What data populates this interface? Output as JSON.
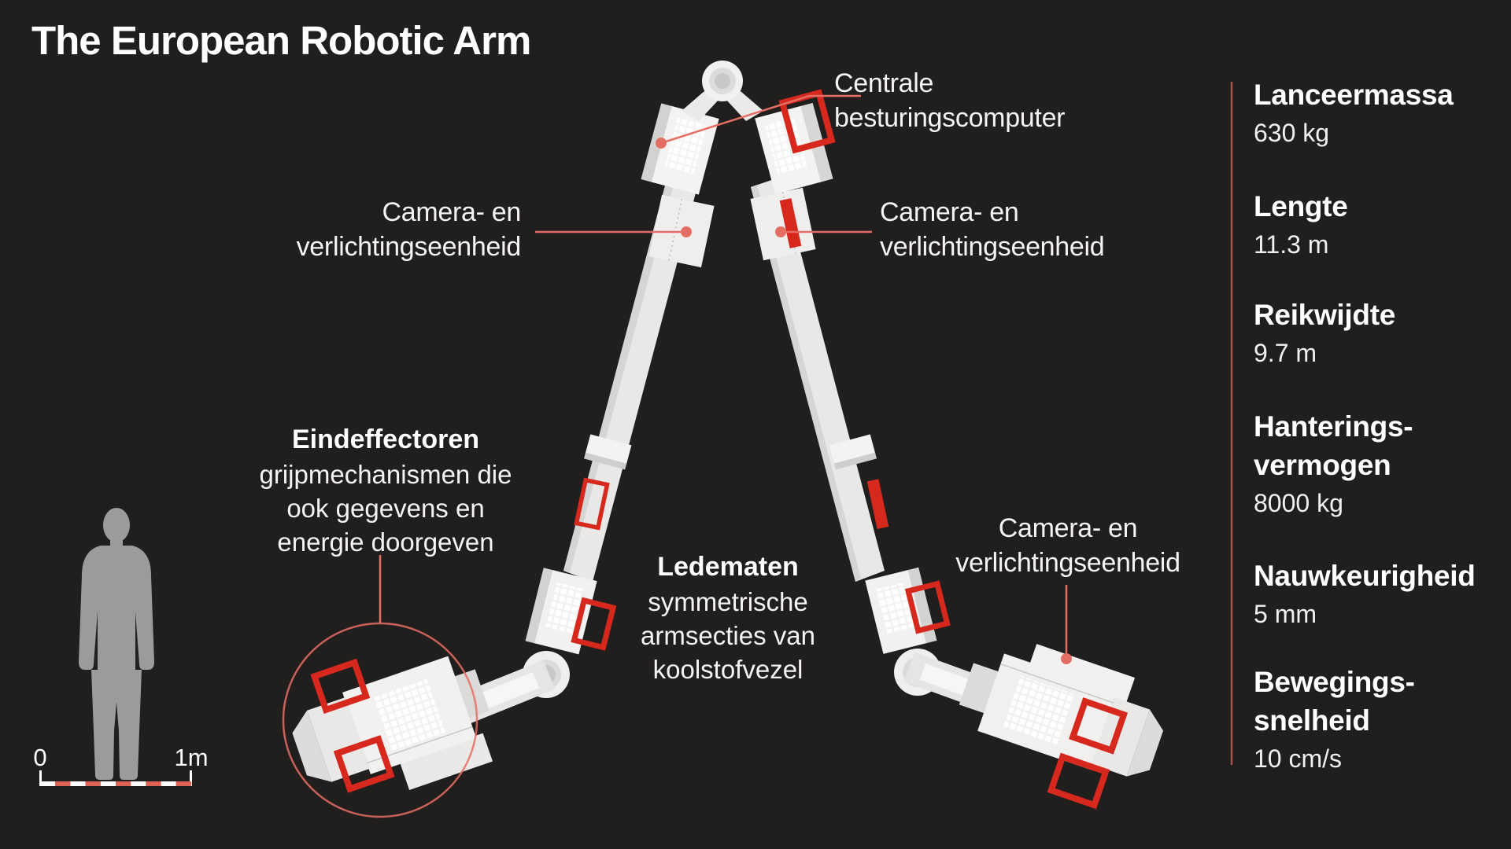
{
  "title": "The European Robotic Arm",
  "labels": {
    "central_computer": "Centrale\nbesturingscomputer",
    "camera_left": "Camera- en\nverlichtingseenheid",
    "camera_right": "Camera- en\nverlichtingseenheid",
    "camera_bottom": "Camera- en\nverlichtingseenheid",
    "end_effectors": {
      "title": "Eindeffectoren",
      "desc": "grijpmechanismen die\nook gegevens en\nenergie doorgeven"
    },
    "limbs": {
      "title": "Ledematen",
      "desc": "symmetrische\narmsecties van\nkoolstofvezel"
    }
  },
  "stats": [
    {
      "label": "Lanceermassa",
      "value": "630 kg"
    },
    {
      "label": "Lengte",
      "value": "11.3 m"
    },
    {
      "label": "Reikwijdte",
      "value": "9.7 m"
    },
    {
      "label": "Hanterings-\nvermogen",
      "value": "8000 kg"
    },
    {
      "label": "Nauwkeurigheid",
      "value": "5 mm"
    },
    {
      "label": "Bewegings-\nsnelheid",
      "value": "10 cm/s"
    }
  ],
  "scale": {
    "start": "0",
    "end": "1m"
  },
  "icons": {
    "human_silhouette": "human-figure-for-scale",
    "robot_arm": "european-robotic-arm-illustration"
  },
  "colors": {
    "background": "#211e1e",
    "accent_red": "#d7281e",
    "leader_salmon": "#e56e64",
    "separator_red": "#a8544e",
    "silhouette_gray": "#9c9b9b",
    "arm_white": "#f2f1ef",
    "text_white": "#ffffff"
  }
}
